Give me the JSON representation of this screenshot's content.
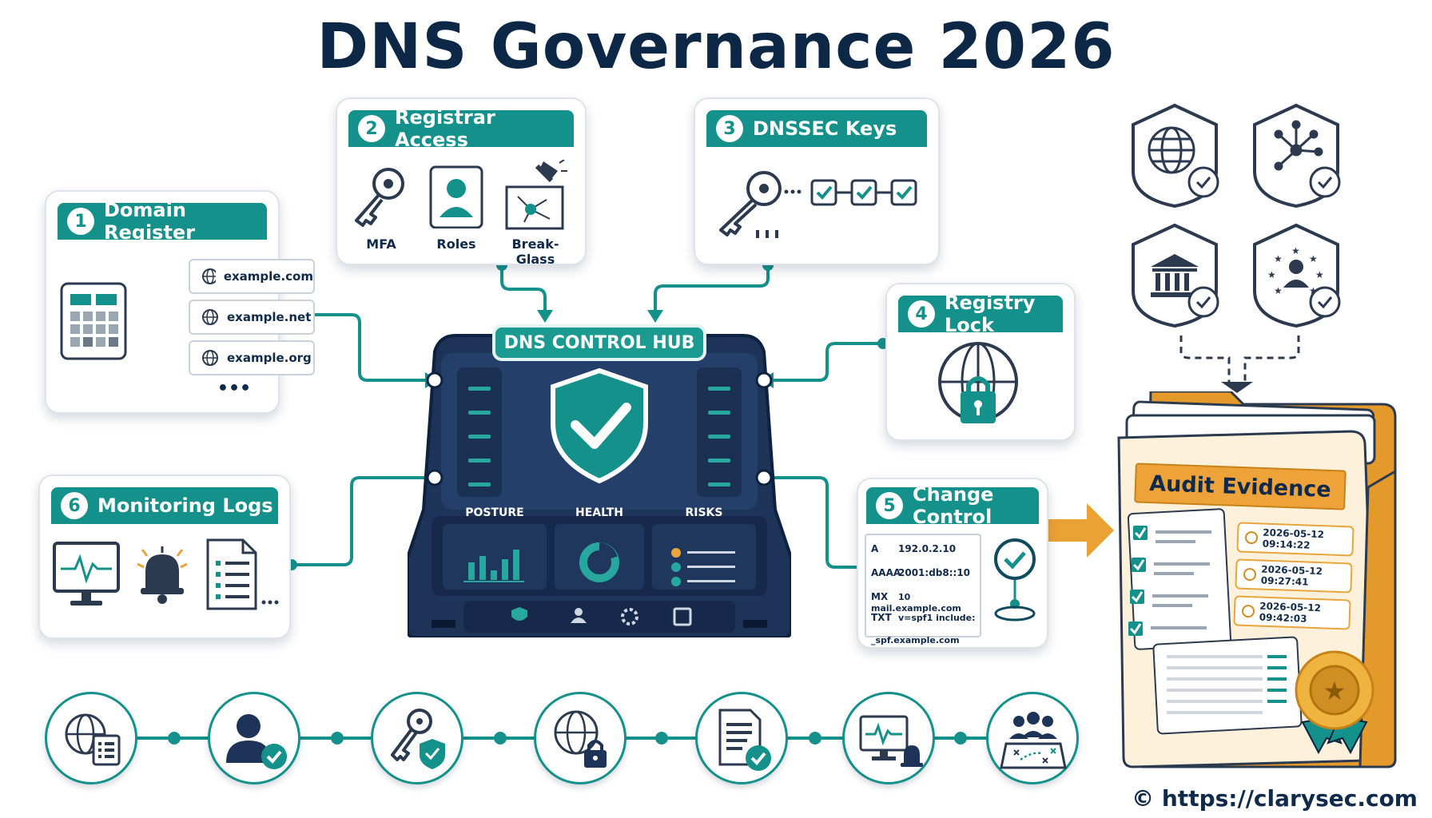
{
  "title": "DNS Governance 2026",
  "hub": {
    "label": "DNS CONTROL HUB",
    "panels": [
      "POSTURE",
      "HEALTH",
      "RISKS"
    ]
  },
  "cards": {
    "domain_register": {
      "num": "1",
      "title": "Domain Register",
      "domains": [
        "example.com",
        "example.net",
        "example.org"
      ],
      "more": "•••"
    },
    "registrar_access": {
      "num": "2",
      "title": "Registrar Access",
      "items": [
        "MFA",
        "Roles",
        "Break-Glass"
      ]
    },
    "dnssec_keys": {
      "num": "3",
      "title": "DNSSEC Keys"
    },
    "registry_lock": {
      "num": "4",
      "title": "Registry Lock"
    },
    "change_control": {
      "num": "5",
      "title": "Change Control",
      "records": [
        {
          "type": "A",
          "value": "192.0.2.10"
        },
        {
          "type": "AAAA",
          "value": "2001:db8::10"
        },
        {
          "type": "MX",
          "value": "10 mail.example.com"
        },
        {
          "type": "TXT",
          "value": "v=spf1 include:"
        },
        {
          "type": "",
          "value": "_spf.example.com"
        }
      ]
    },
    "monitoring_logs": {
      "num": "6",
      "title": "Monitoring Logs"
    }
  },
  "audit": {
    "title": "Audit Evidence",
    "timestamps": [
      "2026-05-12 09:14:22",
      "2026-05-12 09:27:41",
      "2026-05-12 09:42:03"
    ]
  },
  "copyright": "© https://clarysec.com",
  "colors": {
    "teal": "#14918a",
    "navy": "#0d2847",
    "orange": "#e9a53b"
  }
}
